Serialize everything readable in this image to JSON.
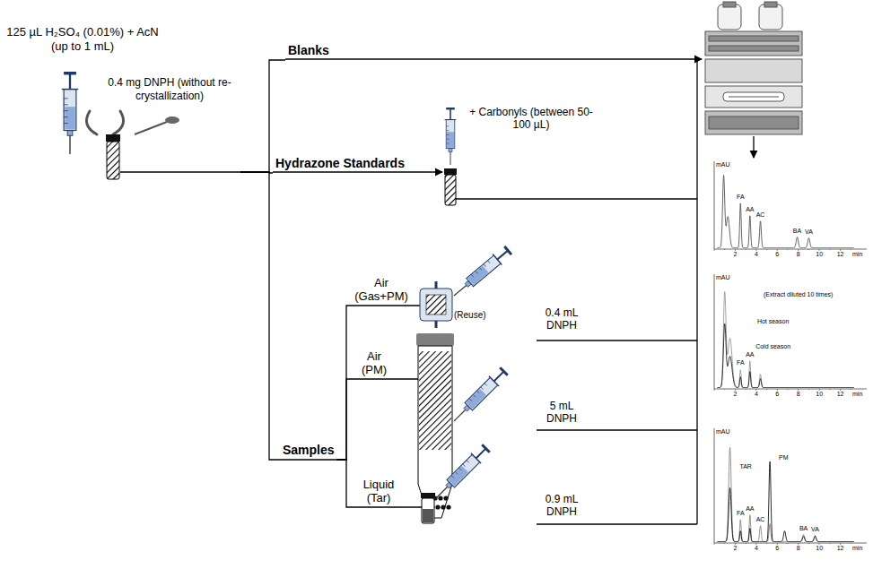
{
  "diagram": {
    "nodes": [
      {
        "text": [
          "125 µL H₂SO₄ (0.01%) + AcN (up to 1 mL)",
          "0.4 mg DNPH (without re-crystallization)"
        ]
      },
      {
        "text": [
          "Blanks"
        ]
      },
      {
        "text": [
          "Hydrazone Standards"
        ]
      },
      {
        "text": [
          "Samples"
        ]
      },
      {
        "text": [
          "Air (Gas+PM)"
        ]
      },
      {
        "text": [
          "Air (PM)"
        ]
      },
      {
        "text": [
          "Liquid (Tar)"
        ]
      }
    ],
    "edges": [
      {
        "from": 0,
        "to": 1,
        "arrow": "none"
      },
      {
        "from": 0,
        "to": 2,
        "arrow": "none"
      },
      {
        "from": 0,
        "to": 3,
        "arrow": "none"
      },
      {
        "from": 3,
        "to": 4,
        "arrow": "none"
      },
      {
        "from": 3,
        "to": 5,
        "arrow": "none"
      },
      {
        "from": 3,
        "to": 6,
        "arrow": "none"
      }
    ],
    "labels": [
      "+ Carbonyls (between 50-100 µL)",
      "(Reuse)",
      "0.4 mL DNPH",
      "5 mL DNPH",
      "0.9 mL DNPH",
      "mAU",
      "2",
      "4",
      "6",
      "8",
      "10",
      "12",
      "min",
      "FA",
      "AA",
      "AC",
      "BA",
      "VA",
      "mAU",
      "2",
      "4",
      "6",
      "8",
      "10",
      "12",
      "min",
      "Hot season",
      "Cold season",
      "(Extract diluted 10 times)",
      "FA",
      "AA",
      "mAU",
      "2",
      "4",
      "6",
      "8",
      "10",
      "12",
      "min",
      "TAR",
      "PM",
      "FA",
      "AA",
      "AC",
      "BA",
      "VA"
    ]
  }
}
